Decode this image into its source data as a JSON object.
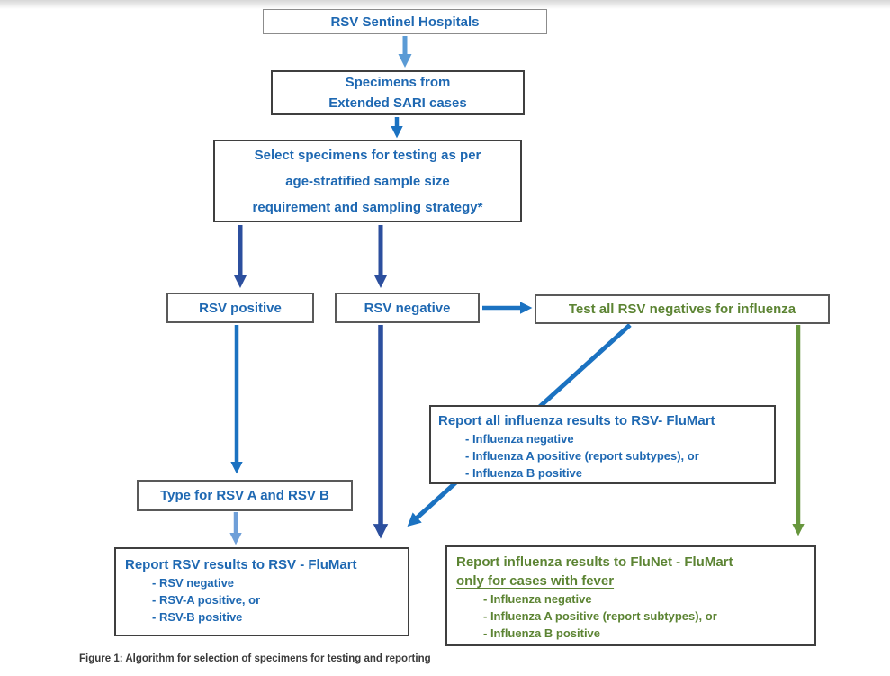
{
  "palette": {
    "blue_text": "#1e68b2",
    "green_text": "#5c8433",
    "arrow_light_blue": "#5b9bd5",
    "arrow_medium_blue": "#1b72c1",
    "arrow_navy": "#2c4f9e",
    "arrow_pale_blue": "#6f9fd8",
    "arrow_green": "#67963d",
    "box_border_gray": "#595959"
  },
  "flow": {
    "sentinel": {
      "label": "RSV Sentinel Hospitals"
    },
    "specimens": {
      "lines": [
        "Specimens from",
        "Extended SARI cases"
      ]
    },
    "select": {
      "lines": [
        "Select specimens for testing as per",
        "age-stratified sample size",
        "requirement and sampling strategy*"
      ]
    },
    "rsv_positive": {
      "label": "RSV positive"
    },
    "rsv_negative": {
      "label": "RSV negative"
    },
    "test_negatives": {
      "label": "Test all RSV negatives for influenza"
    },
    "report_flu_rsvmart": {
      "title_pre": "Report ",
      "title_underline": "all",
      "title_post": " influenza results to RSV- FluMart",
      "items": [
        "- Influenza negative",
        "- Influenza A positive (report subtypes), or",
        "- Influenza B positive"
      ]
    },
    "type_rsv": {
      "label": "Type for RSV A and RSV B"
    },
    "report_rsv": {
      "title": "Report RSV results to RSV - FluMart",
      "items": [
        "- RSV negative",
        "- RSV-A positive, or",
        "- RSV-B positive"
      ]
    },
    "report_flunet": {
      "title_line1": "Report influenza results to FluNet - FluMart",
      "title_line2": "only for cases with fever",
      "items": [
        "- Influenza negative",
        "- Influenza A positive (report subtypes), or",
        "- Influenza B positive"
      ]
    },
    "caption": "Figure 1: Algorithm for selection of specimens for testing and reporting"
  }
}
